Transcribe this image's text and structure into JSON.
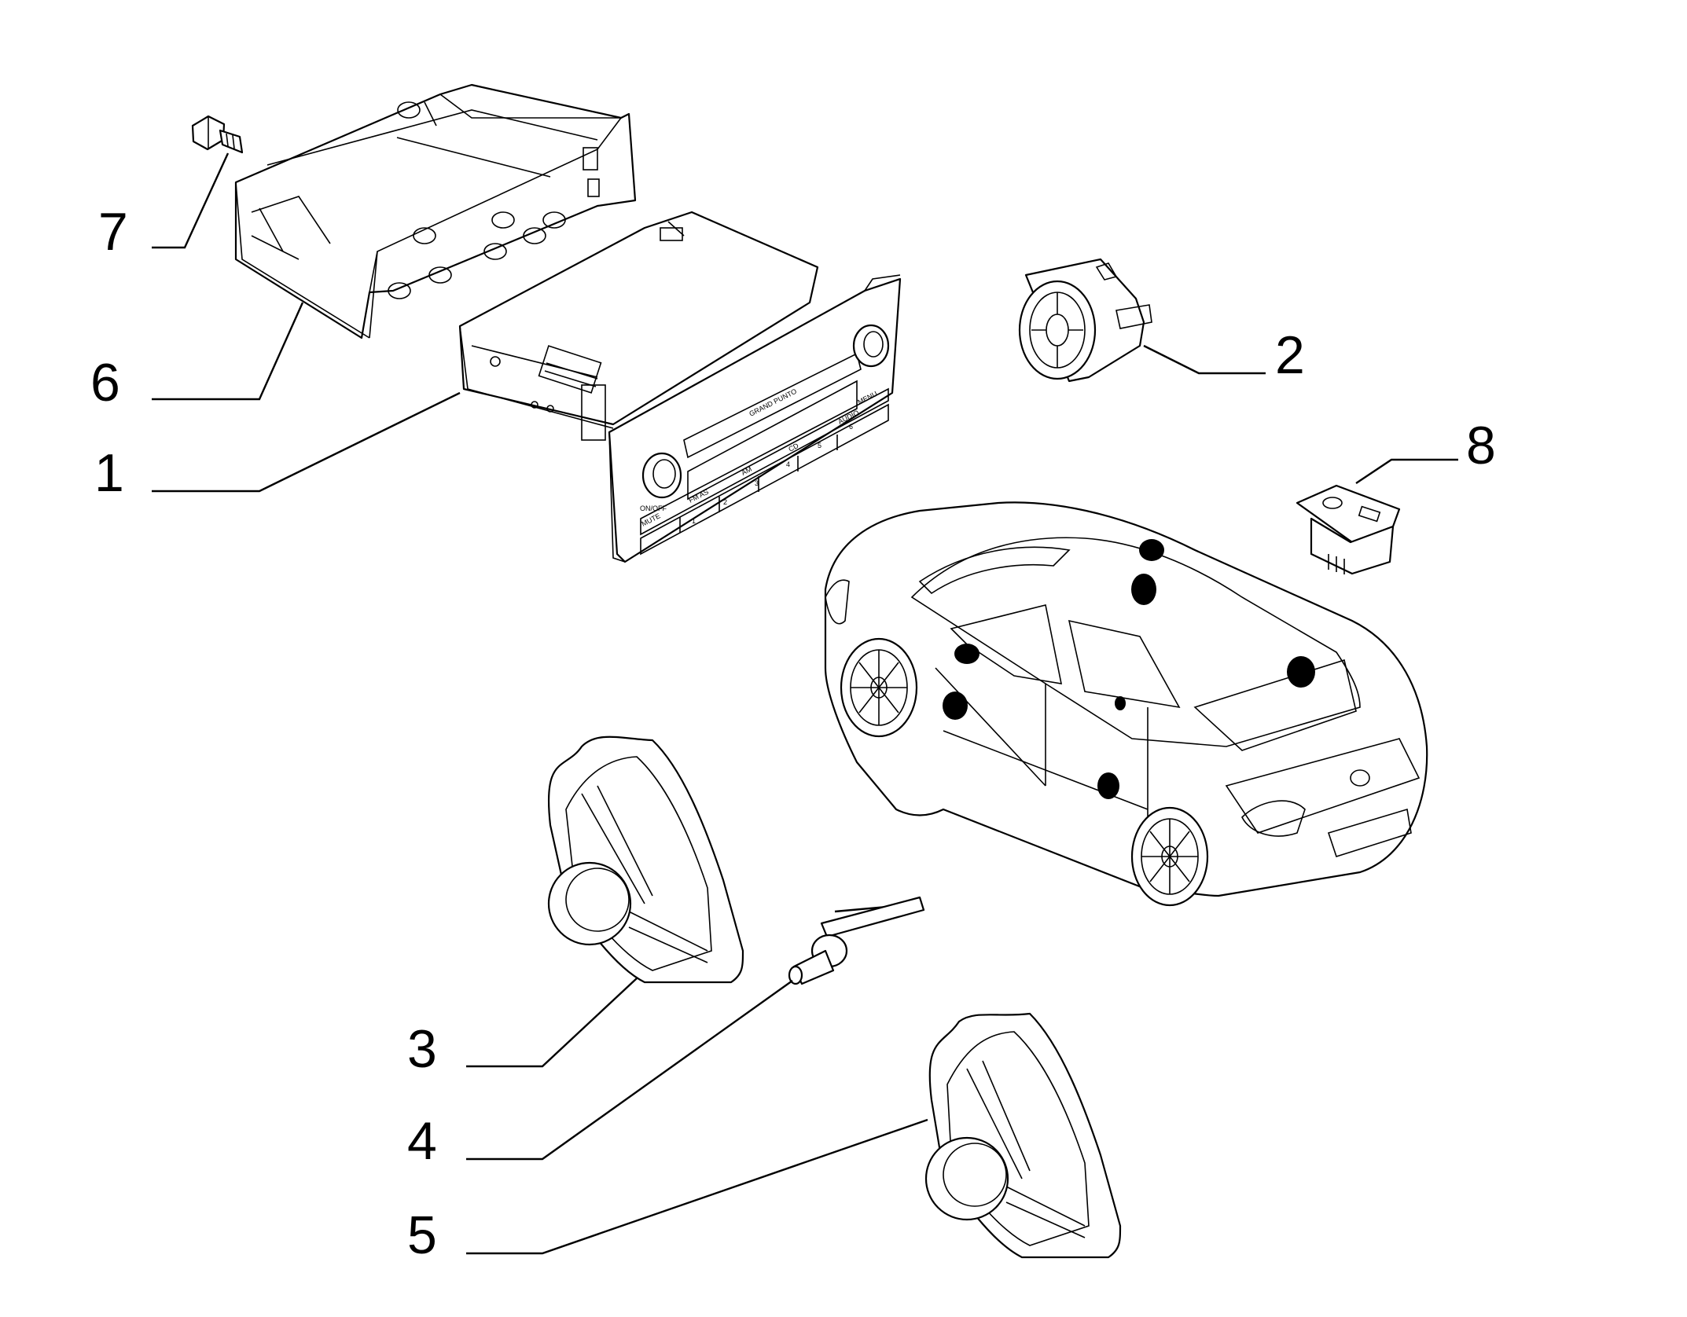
{
  "callouts": [
    {
      "id": "1",
      "label": "1"
    },
    {
      "id": "2",
      "label": "2"
    },
    {
      "id": "3",
      "label": "3"
    },
    {
      "id": "4",
      "label": "4"
    },
    {
      "id": "5",
      "label": "5"
    },
    {
      "id": "6",
      "label": "6"
    },
    {
      "id": "7",
      "label": "7"
    },
    {
      "id": "8",
      "label": "8"
    }
  ],
  "radio_face": {
    "brand": "GRAND PUNTO",
    "onoff": "ON/OFF",
    "mute": "MUTE",
    "fm_as": "FM AS",
    "am": "AM",
    "cd": "CD",
    "audio": "AUDIO",
    "menu": "MENU",
    "presets": [
      "1",
      "2",
      "3",
      "4",
      "5",
      "6"
    ]
  }
}
